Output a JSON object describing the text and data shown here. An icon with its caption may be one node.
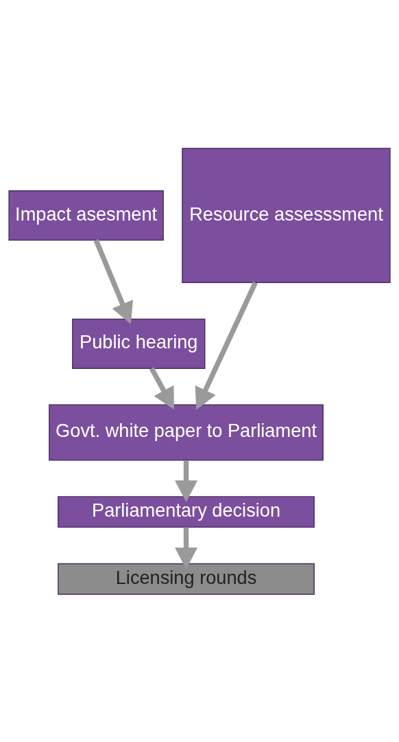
{
  "diagram": {
    "nodes": [
      {
        "text": [
          "Impact asesment"
        ]
      },
      {
        "text": [
          "Public hearing"
        ]
      },
      {
        "text": [
          "Resource assesssment"
        ]
      },
      {
        "text": [
          "Govt. white paper to Parliament"
        ]
      },
      {
        "text": [
          "Parliamentary decision"
        ]
      },
      {
        "text": [
          "Licensing rounds"
        ]
      }
    ],
    "edges": [
      {
        "from": 0,
        "to": 1,
        "arrow": "to"
      },
      {
        "from": 1,
        "to": 3,
        "arrow": "to"
      },
      {
        "from": 2,
        "to": 3,
        "arrow": "to"
      },
      {
        "from": 3,
        "to": 4,
        "arrow": "to"
      },
      {
        "from": 4,
        "to": 5,
        "arrow": "to"
      }
    ]
  }
}
